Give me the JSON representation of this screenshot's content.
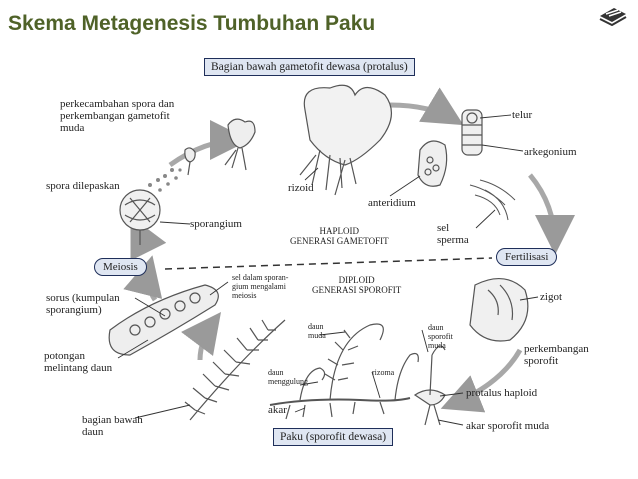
{
  "title": "Skema Metagenesis Tumbuhan Paku",
  "logo_icon": "slides-logo-icon",
  "boxes": {
    "protalus": "Bagian bawah gametofit dewasa (protalus)",
    "sporofit": "Paku (sporofit dewasa)"
  },
  "ovals": {
    "meiosis": "Meiosis",
    "fertilisasi": "Fertilisasi"
  },
  "generations": {
    "haploid": "HAPLOID\nGENERASI GAMETOFIT",
    "diploid": "DIPLOID\nGENERASI SPOROFIT"
  },
  "labels": {
    "perkecambahan": "perkecambahan spora dan\nperkembangan gametofit\nmuda",
    "spora": "spora dilepaskan",
    "sporangium": "sporangium",
    "rizoid": "rizoid",
    "anteridium": "anteridium",
    "telur": "telur",
    "arkegonium": "arkegonium",
    "sel_sperma": "sel\nsperma",
    "sel_dalam": "sel dalam sporan-\ngium mengalami\nmeiosis",
    "sorus": "sorus (kumpulan\nsporangium)",
    "potongan": "potongan\nmelintang daun",
    "bagian_bawah": "bagian bawah\ndaun",
    "daun_muda": "daun\nmuda",
    "daun_menggulung": "daun\nmenggulung",
    "rizoma": "rizoma",
    "akar": "akar",
    "daun_sporofit": "daun\nsporofit\nmuda",
    "zigot": "zigot",
    "perkembangan_sporofit": "perkembangan\nsporofit",
    "protalus_haploid": "protalus haploid",
    "akar_sporofit": "akar sporofit muda"
  },
  "colors": {
    "title": "#4f6228",
    "box_border": "#1f2f5a",
    "box_fill": "#dfe6f2",
    "arrow": "#9a9a9a"
  }
}
